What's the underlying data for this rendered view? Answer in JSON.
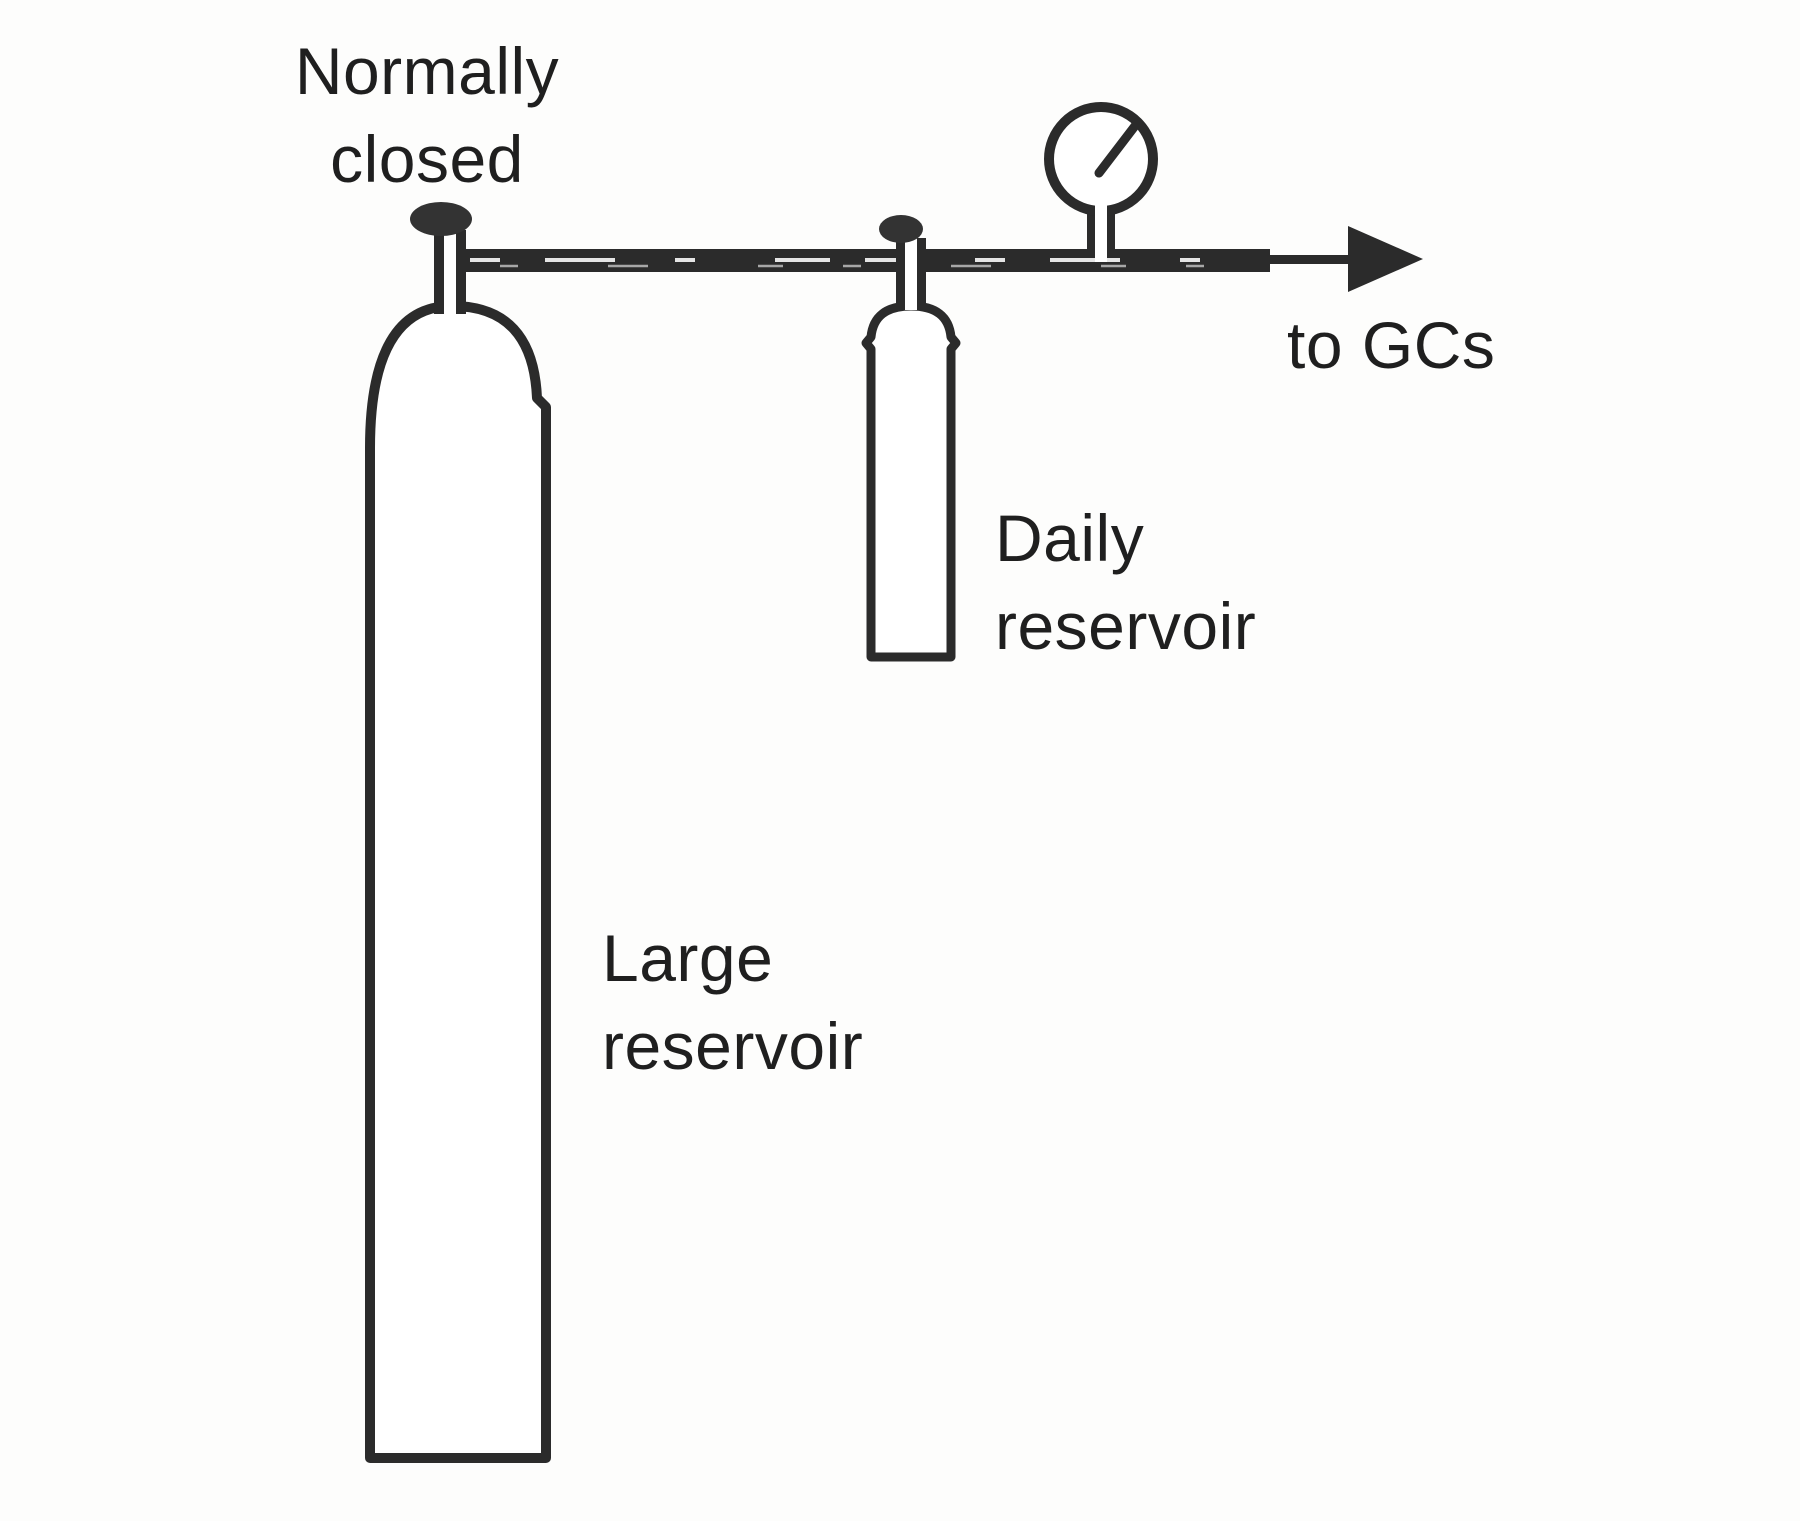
{
  "figure": {
    "kind": "gas-supply-schematic",
    "background_color": "#fdfdfc",
    "ink_color": "#2b2b2b",
    "text_color": "#1f1f1f"
  },
  "labels": {
    "normally_closed": {
      "line1": "Normally",
      "line2": "closed"
    },
    "daily_reservoir": {
      "line1": "Daily",
      "line2": "reservoir"
    },
    "large_reservoir": {
      "line1": "Large",
      "line2": "reservoir"
    },
    "to_gcs": "to GCs"
  },
  "components": {
    "large_cylinder": "large-reservoir-cylinder",
    "daily_cylinder": "daily-reservoir-cylinder",
    "large_valve": "normally-closed-valve",
    "daily_valve": "daily-reservoir-valve",
    "gauge": "pressure-gauge",
    "pipe": "supply-line",
    "arrow": "flow-arrow-to-gcs"
  }
}
